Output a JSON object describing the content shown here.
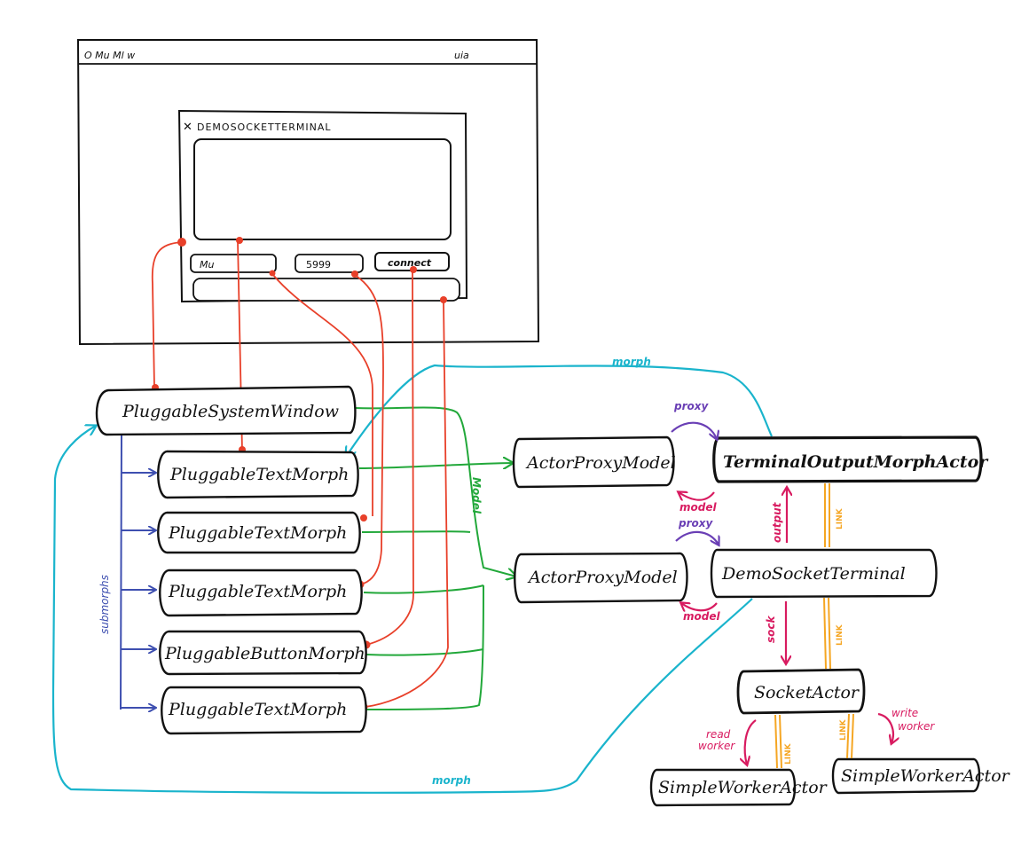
{
  "colors": {
    "ink": "#111111",
    "morph_line": "#1ab4cc",
    "model_line": "#22a83a",
    "submorph_line": "#3e4fb0",
    "widget_link": "#e8402a",
    "proxy_arrow": "#6a3fb5",
    "output_arrow": "#d81b60",
    "link_line": "#f5a623"
  },
  "window": {
    "title_left": "O Mu  Ml  w",
    "title_right": "uia"
  },
  "terminal": {
    "title_icon": "close-x-icon",
    "title": "DEMOSOCKETTERMINAL",
    "host_field": "Mu",
    "port_field": "5999",
    "connect_button": "connect"
  },
  "nodes": {
    "system_window": "PluggableSystemWindow",
    "text_morph_1": "PluggableTextMorph",
    "text_morph_2": "PluggableTextMorph",
    "text_morph_3": "PluggableTextMorph",
    "button_morph": "PluggableButtonMorph",
    "text_morph_4": "PluggableTextMorph",
    "proxy_model_1": "ActorProxyModel",
    "proxy_model_2": "ActorProxyModel",
    "terminal_output_actor": "TerminalOutputMorphActor",
    "demo_socket_terminal": "DemoSocketTerminal",
    "socket_actor": "SocketActor",
    "worker_1": "SimpleWorkerActor",
    "worker_2": "SimpleWorkerActor"
  },
  "labels": {
    "morph_top": "morph",
    "morph_bottom": "morph",
    "submorphs": "submorphs",
    "model": "Model",
    "proxy_1": "proxy",
    "model_1": "model",
    "proxy_2": "proxy",
    "model_2": "model",
    "output": "output",
    "sock": "sock",
    "link_1": "LINK",
    "link_2": "LINK",
    "link_3": "LINK",
    "link_4": "LINK",
    "read_worker": [
      "read",
      "worker"
    ],
    "write_worker": [
      "write",
      "worker"
    ]
  }
}
